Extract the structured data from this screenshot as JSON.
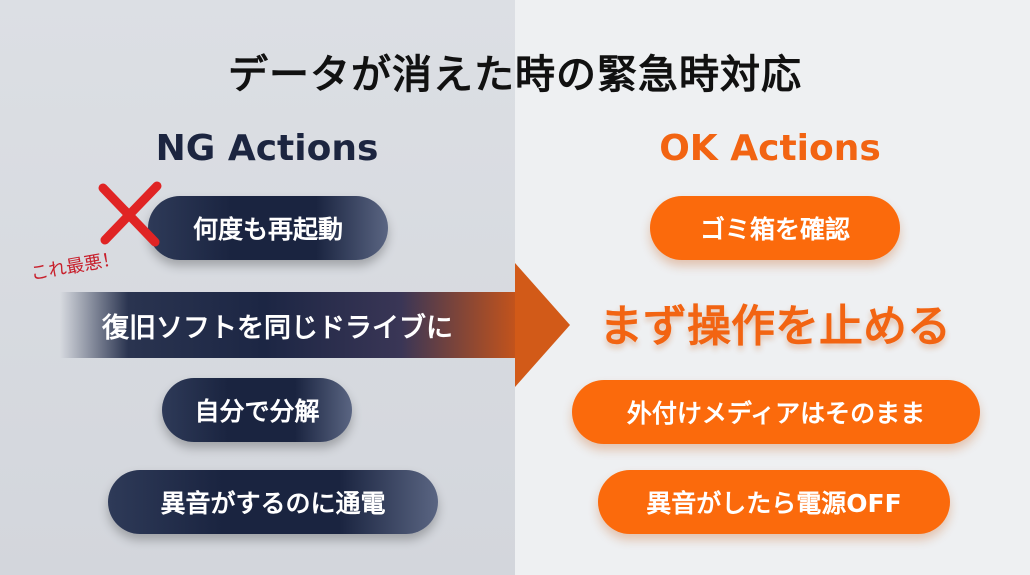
{
  "title": "データが消えた時の緊急時対応",
  "ng": {
    "heading": "NG Actions",
    "items": [
      "何度も再起動",
      "復旧ソフトを同じドライブに",
      "自分で分解",
      "異音がするのに通電"
    ],
    "annotation": "これ最悪！",
    "color": "#1a2440"
  },
  "ok": {
    "heading": "OK Actions",
    "items": [
      "ゴミ箱を確認",
      "まず操作を止める",
      "外付けメディアはそのまま",
      "異音がしたら電源OFF"
    ],
    "color": "#fb6a0c"
  }
}
